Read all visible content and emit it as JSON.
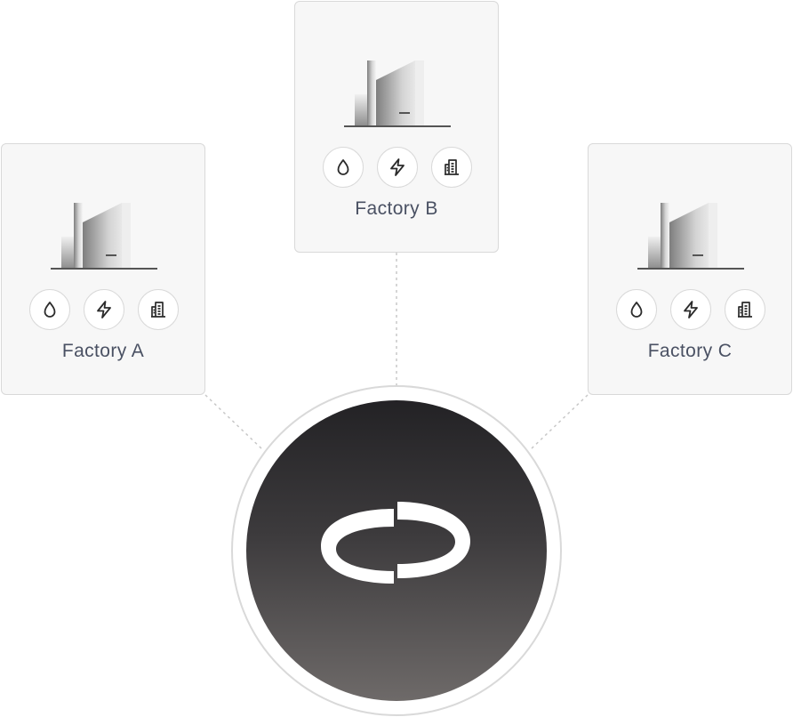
{
  "factories": [
    {
      "id": "a",
      "label": "Factory A",
      "icons": [
        "water-drop-icon",
        "lightning-icon",
        "building-icon"
      ]
    },
    {
      "id": "b",
      "label": "Factory B",
      "icons": [
        "water-drop-icon",
        "lightning-icon",
        "building-icon"
      ]
    },
    {
      "id": "c",
      "label": "Factory C",
      "icons": [
        "water-drop-icon",
        "lightning-icon",
        "building-icon"
      ]
    }
  ],
  "hub": {
    "logo": "loop-logo-icon"
  },
  "colors": {
    "card_background": "#f7f7f7",
    "card_border": "#d9d9d9",
    "label_text": "#4a5163",
    "hub_gradient_top": "#232225",
    "hub_gradient_bottom": "#6e6a69",
    "connector": "#c8c8c8"
  }
}
